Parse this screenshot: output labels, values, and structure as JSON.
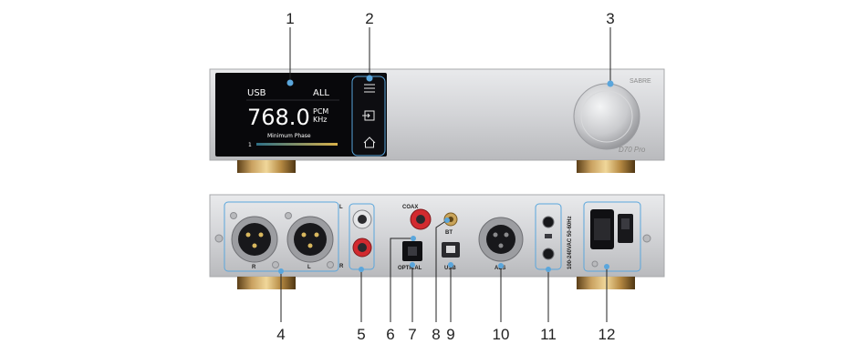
{
  "callouts": [
    "1",
    "2",
    "3",
    "4",
    "5",
    "6",
    "7",
    "8",
    "9",
    "10",
    "11",
    "12"
  ],
  "front_panel": {
    "screen": {
      "input": "USB",
      "mode": "ALL",
      "rate": "768.0",
      "format_line1": "PCM",
      "format_line2": "KHz",
      "filter": "Minimum Phase",
      "volume_index": "1"
    },
    "brand": "SABRE",
    "model": "D70 Pro"
  },
  "rear_panel": {
    "labels": {
      "coax": "COAX",
      "optical": "OPTICAL",
      "bt": "BT",
      "usb": "USB",
      "aes": "AES",
      "right_channel": "R",
      "left_channel": "L",
      "power_rating": "100-240VAC 50-60Hz"
    }
  },
  "colors": {
    "highlight": "#5aa6dc",
    "screen_bg": "#08080b",
    "chassis": "#d4d5d8",
    "foot_gold": "#a9803f"
  }
}
